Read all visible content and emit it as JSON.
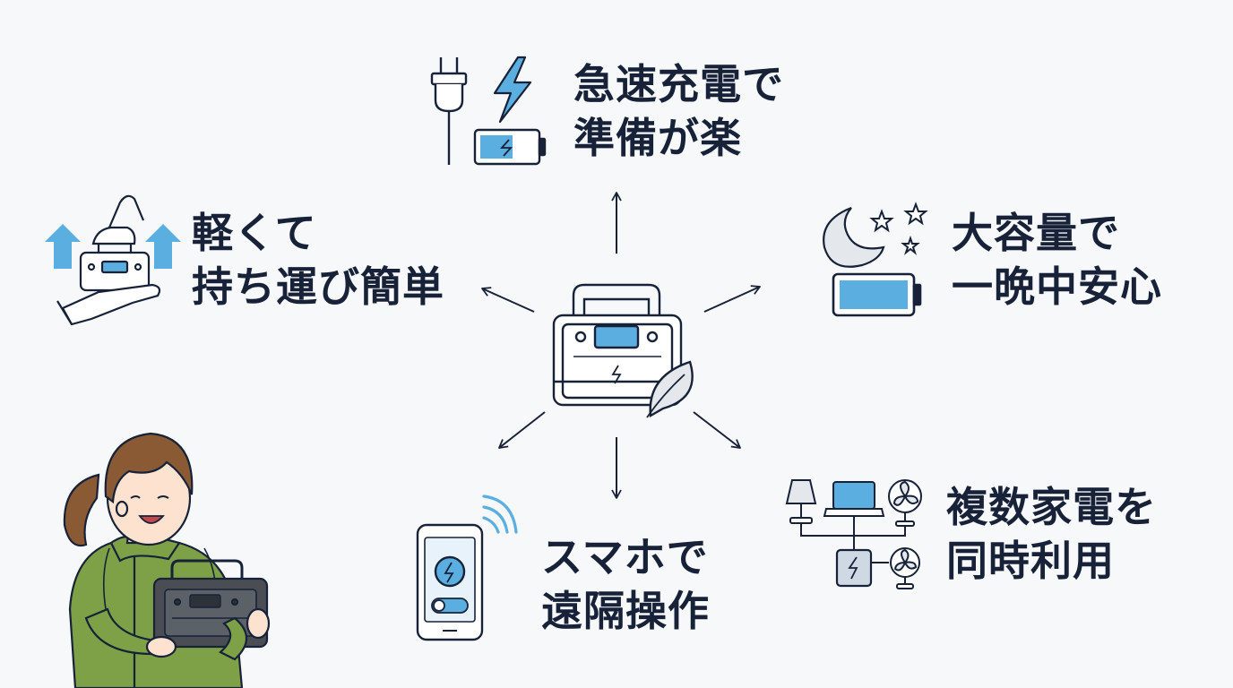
{
  "features": [
    {
      "id": "fast-charge",
      "lines": [
        "急速充電で",
        "準備が楽"
      ]
    },
    {
      "id": "portable",
      "lines": [
        "軽くて",
        "持ち運び簡単"
      ]
    },
    {
      "id": "capacity",
      "lines": [
        "大容量で",
        "一晩中安心"
      ]
    },
    {
      "id": "multi-device",
      "lines": [
        "複数家電を",
        "同時利用"
      ]
    },
    {
      "id": "remote",
      "lines": [
        "スマホで",
        "遠隔操作"
      ]
    }
  ],
  "icons": {
    "center": "portable-power-station-icon",
    "fast_charge": [
      "plug-icon",
      "lightning-icon",
      "charging-battery-icon"
    ],
    "portable": [
      "hand-carrying-icon",
      "up-arrow-icon"
    ],
    "capacity": [
      "moon-icon",
      "star-icon",
      "full-battery-icon"
    ],
    "multi_device": [
      "lamp-icon",
      "laptop-icon",
      "fan-icon",
      "power-hub-icon"
    ],
    "remote": [
      "smartphone-icon",
      "wifi-signal-icon",
      "toggle-switch-icon"
    ],
    "person": "woman-holding-power-station"
  },
  "colors": {
    "ink": "#172238",
    "accent": "#5aaee0",
    "accent_light": "#8ec9f0",
    "jacket": "#7ea046",
    "hair": "#8a5a34",
    "leaf": "#e4e8ec"
  }
}
